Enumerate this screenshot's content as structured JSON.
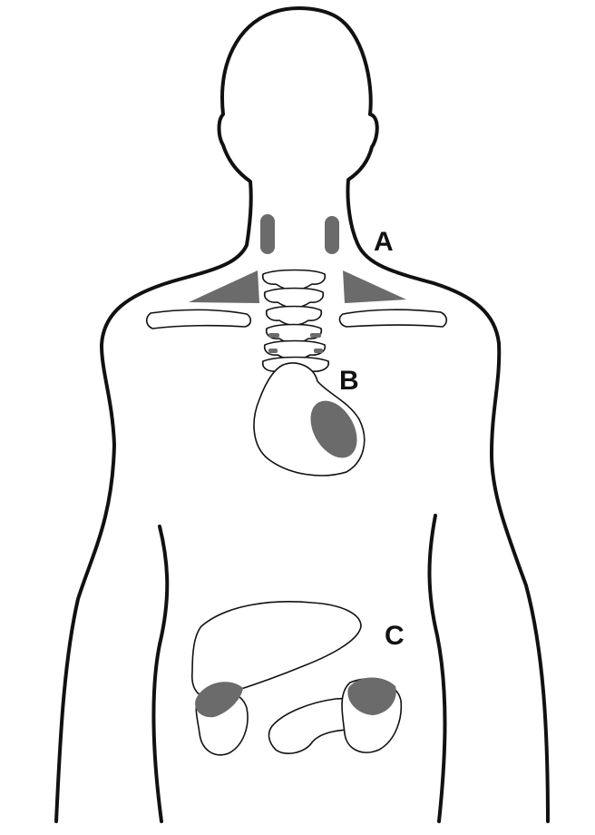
{
  "labels": {
    "a": "A",
    "b": "B",
    "c": "C"
  },
  "colors": {
    "outline": "#111111",
    "highlight": "#6b6b6b",
    "background": "#ffffff"
  }
}
